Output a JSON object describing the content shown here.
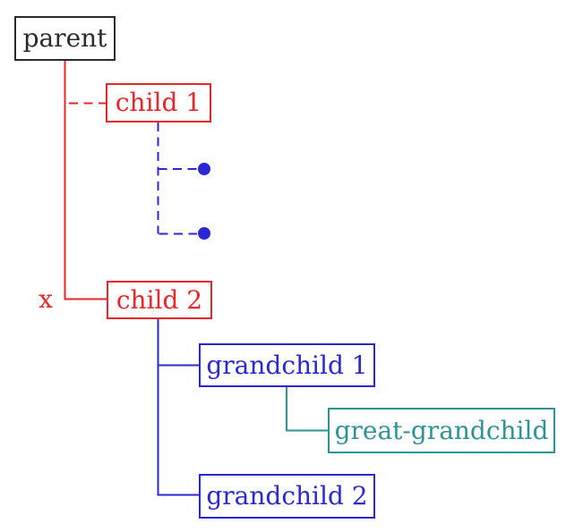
{
  "colors": {
    "background": "#ffffff",
    "black": "#2b2b2b",
    "red": "#e82528",
    "blue": "#2a28d4",
    "teal": "#2e9396"
  },
  "nodes": {
    "parent": {
      "label": "parent"
    },
    "child1": {
      "label": "child 1"
    },
    "child2": {
      "label": "child 2"
    },
    "grandchild1": {
      "label": "grandchild 1"
    },
    "grandchild2": {
      "label": "grandchild 2"
    },
    "great_grandchild": {
      "label": "great-grandchild"
    }
  },
  "annotations": {
    "edge_label_x": "x",
    "placeholder_dot_count": 2
  }
}
